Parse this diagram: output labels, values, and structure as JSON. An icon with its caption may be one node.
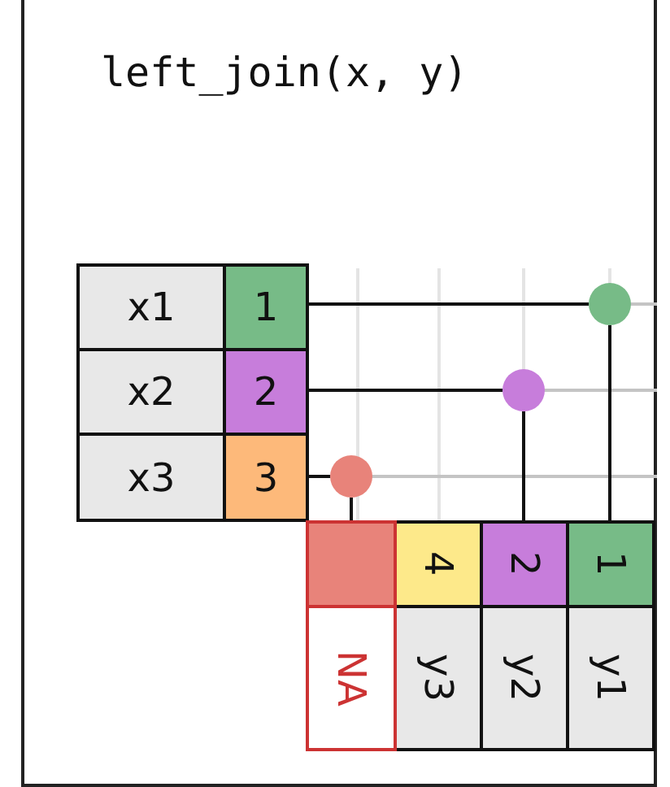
{
  "diagram": {
    "title": "left_join(x, y)",
    "nodes": [
      {
        "text": [
          "x1"
        ]
      },
      {
        "text": [
          "1"
        ]
      },
      {
        "text": [
          "x2"
        ]
      },
      {
        "text": [
          "2"
        ]
      },
      {
        "text": [
          "x3"
        ]
      },
      {
        "text": [
          "3"
        ]
      },
      {
        "text": [],
        "shape": "circle"
      },
      {
        "text": [],
        "shape": "circle"
      },
      {
        "text": [],
        "shape": "circle"
      },
      {
        "text": [],
        "shape": "box"
      },
      {
        "text": [
          "4"
        ]
      },
      {
        "text": [
          "2"
        ]
      },
      {
        "text": [
          "1"
        ]
      },
      {
        "text": [
          "NA"
        ]
      },
      {
        "text": [
          "y3"
        ]
      },
      {
        "text": [
          "y2"
        ]
      },
      {
        "text": [
          "y1"
        ]
      }
    ],
    "edges": [
      {
        "from": 1,
        "to": 6,
        "arrow": "none"
      },
      {
        "from": 6,
        "to": 12,
        "arrow": "none"
      },
      {
        "from": 3,
        "to": 7,
        "arrow": "none"
      },
      {
        "from": 7,
        "to": 11,
        "arrow": "none"
      },
      {
        "from": 5,
        "to": 8,
        "arrow": "none"
      },
      {
        "from": 8,
        "to": 9,
        "arrow": "none"
      }
    ]
  }
}
